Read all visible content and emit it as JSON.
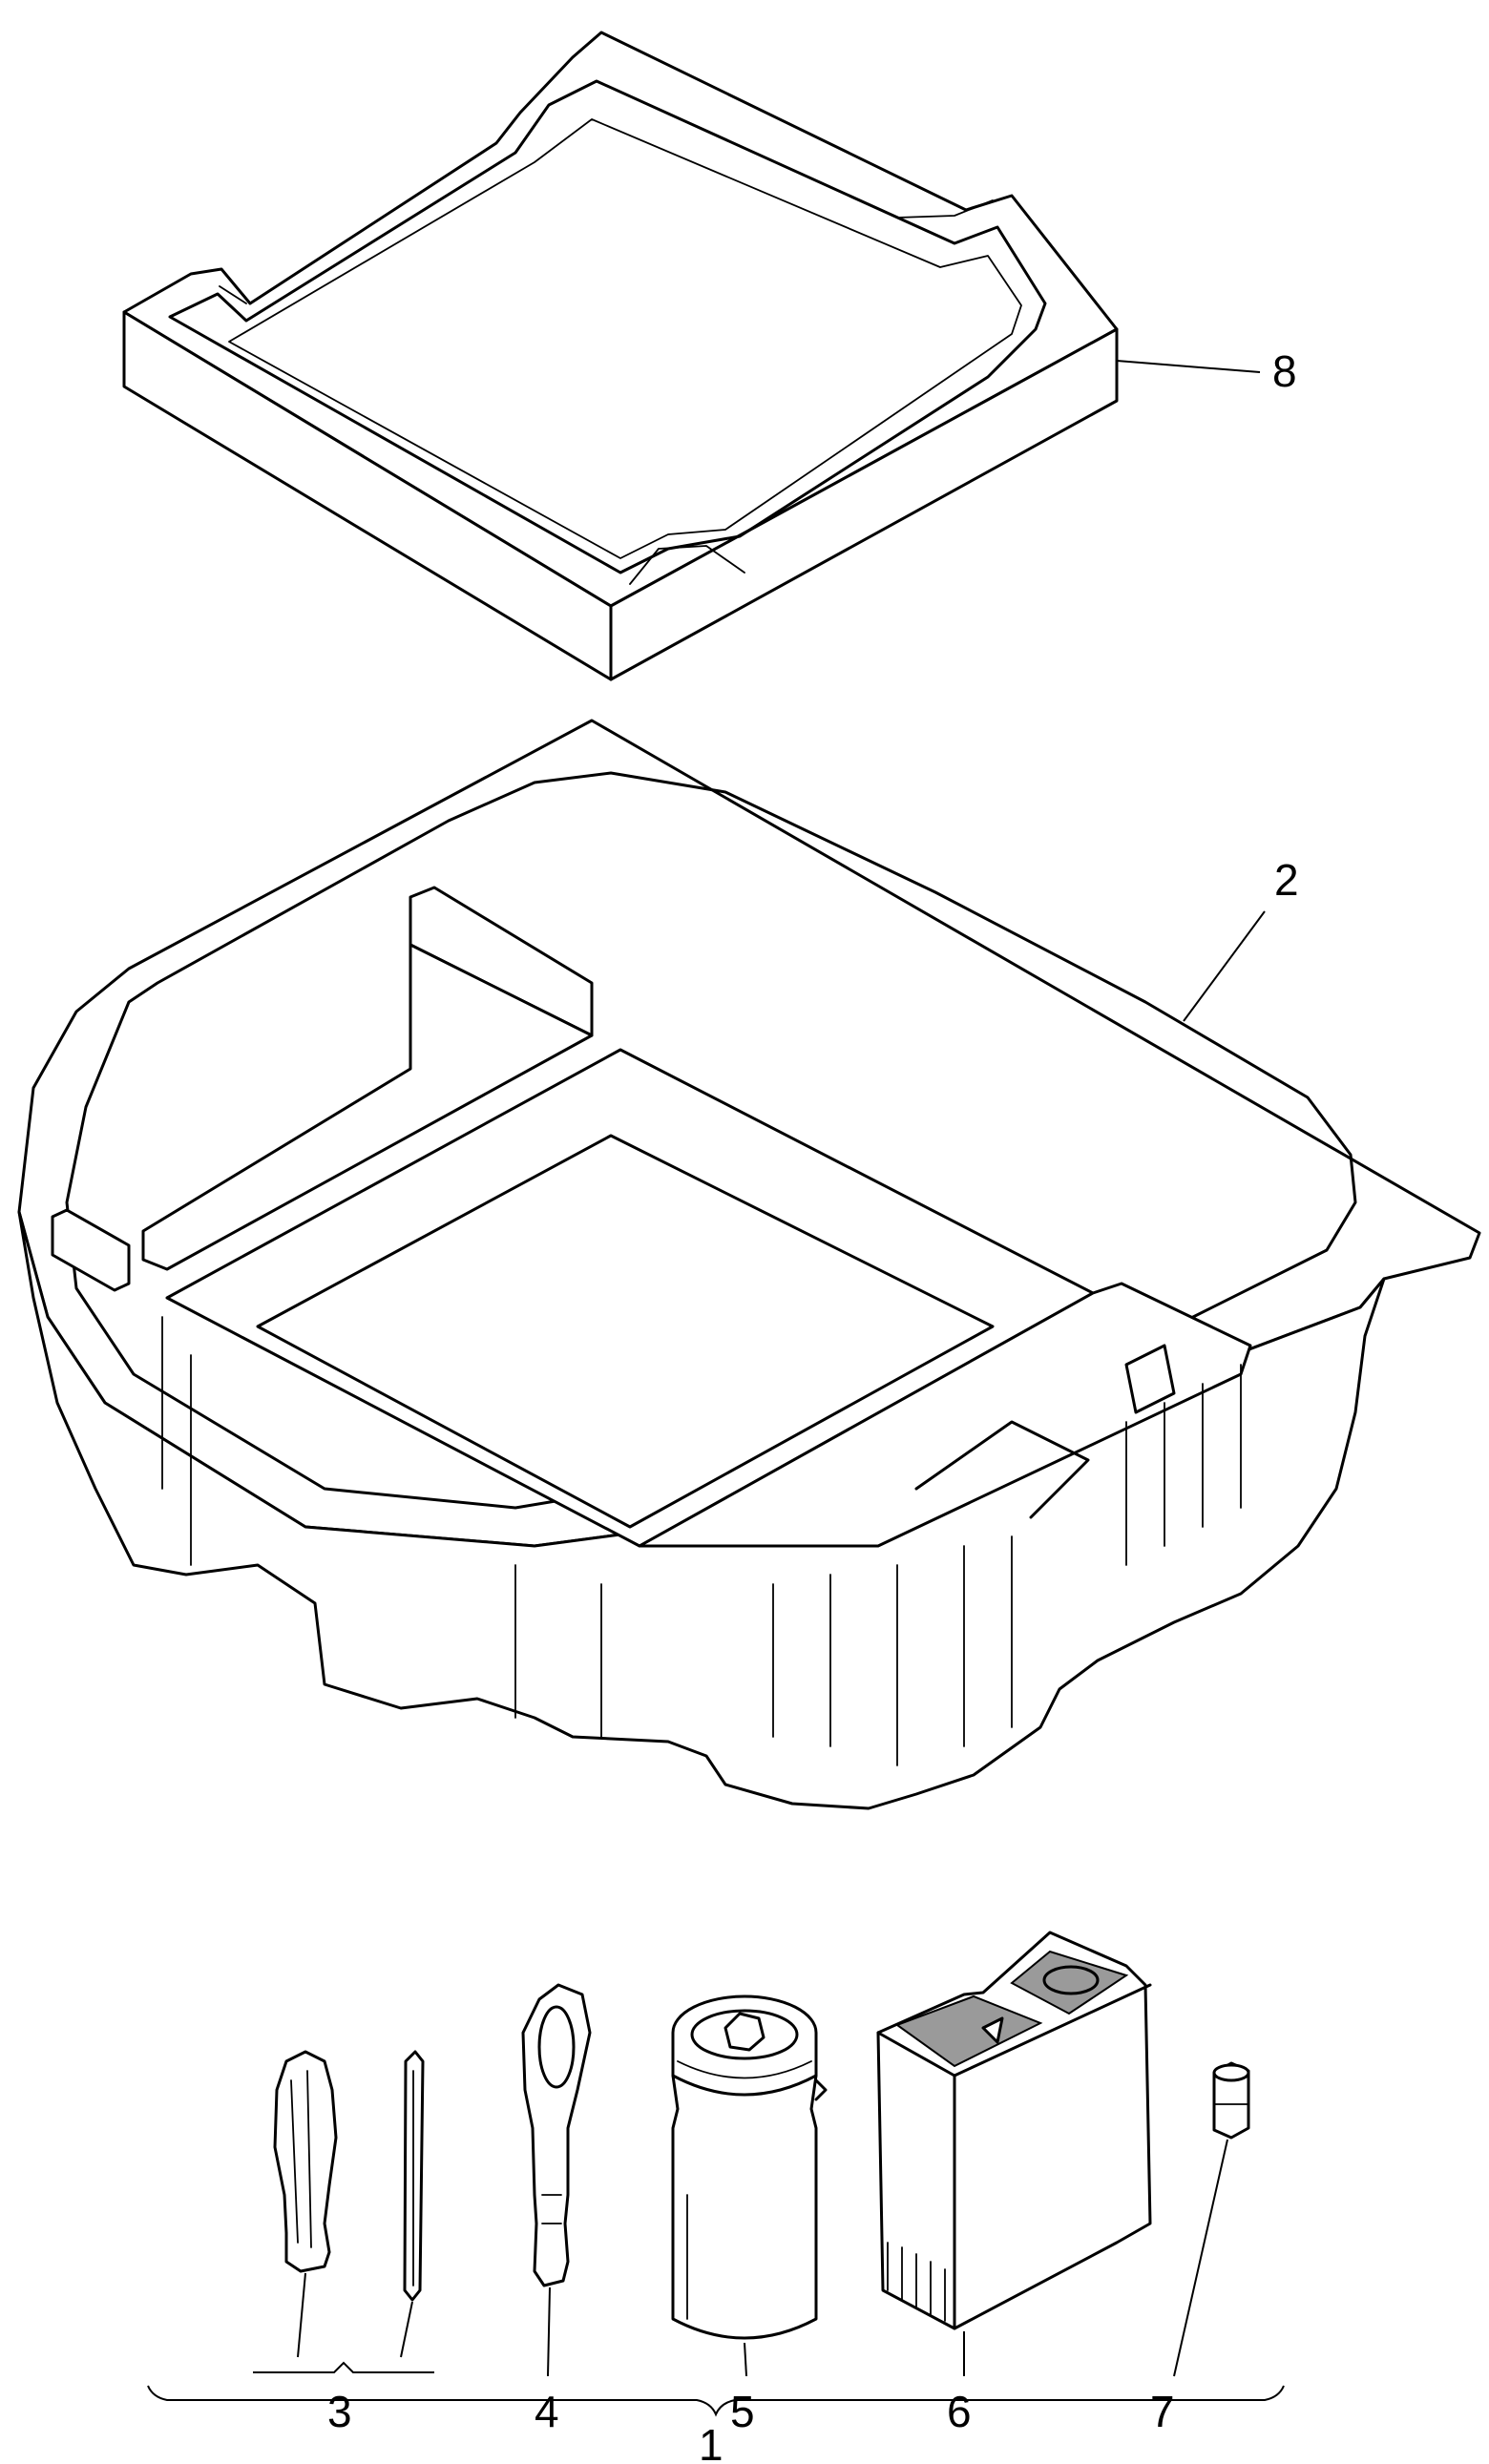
{
  "callouts": {
    "kit": "1",
    "tub": "2",
    "screwdriver_set": "3",
    "towing_eye": "4",
    "sealant_bottle": "5",
    "compressor": "6",
    "valve_insert": "7",
    "tray": "8"
  },
  "icons": [
    "storage-tray",
    "spare-well-tub",
    "screwdriver",
    "pin-tool",
    "towing-eye",
    "sealant-bottle",
    "compressor-unit",
    "valve-adapter"
  ]
}
